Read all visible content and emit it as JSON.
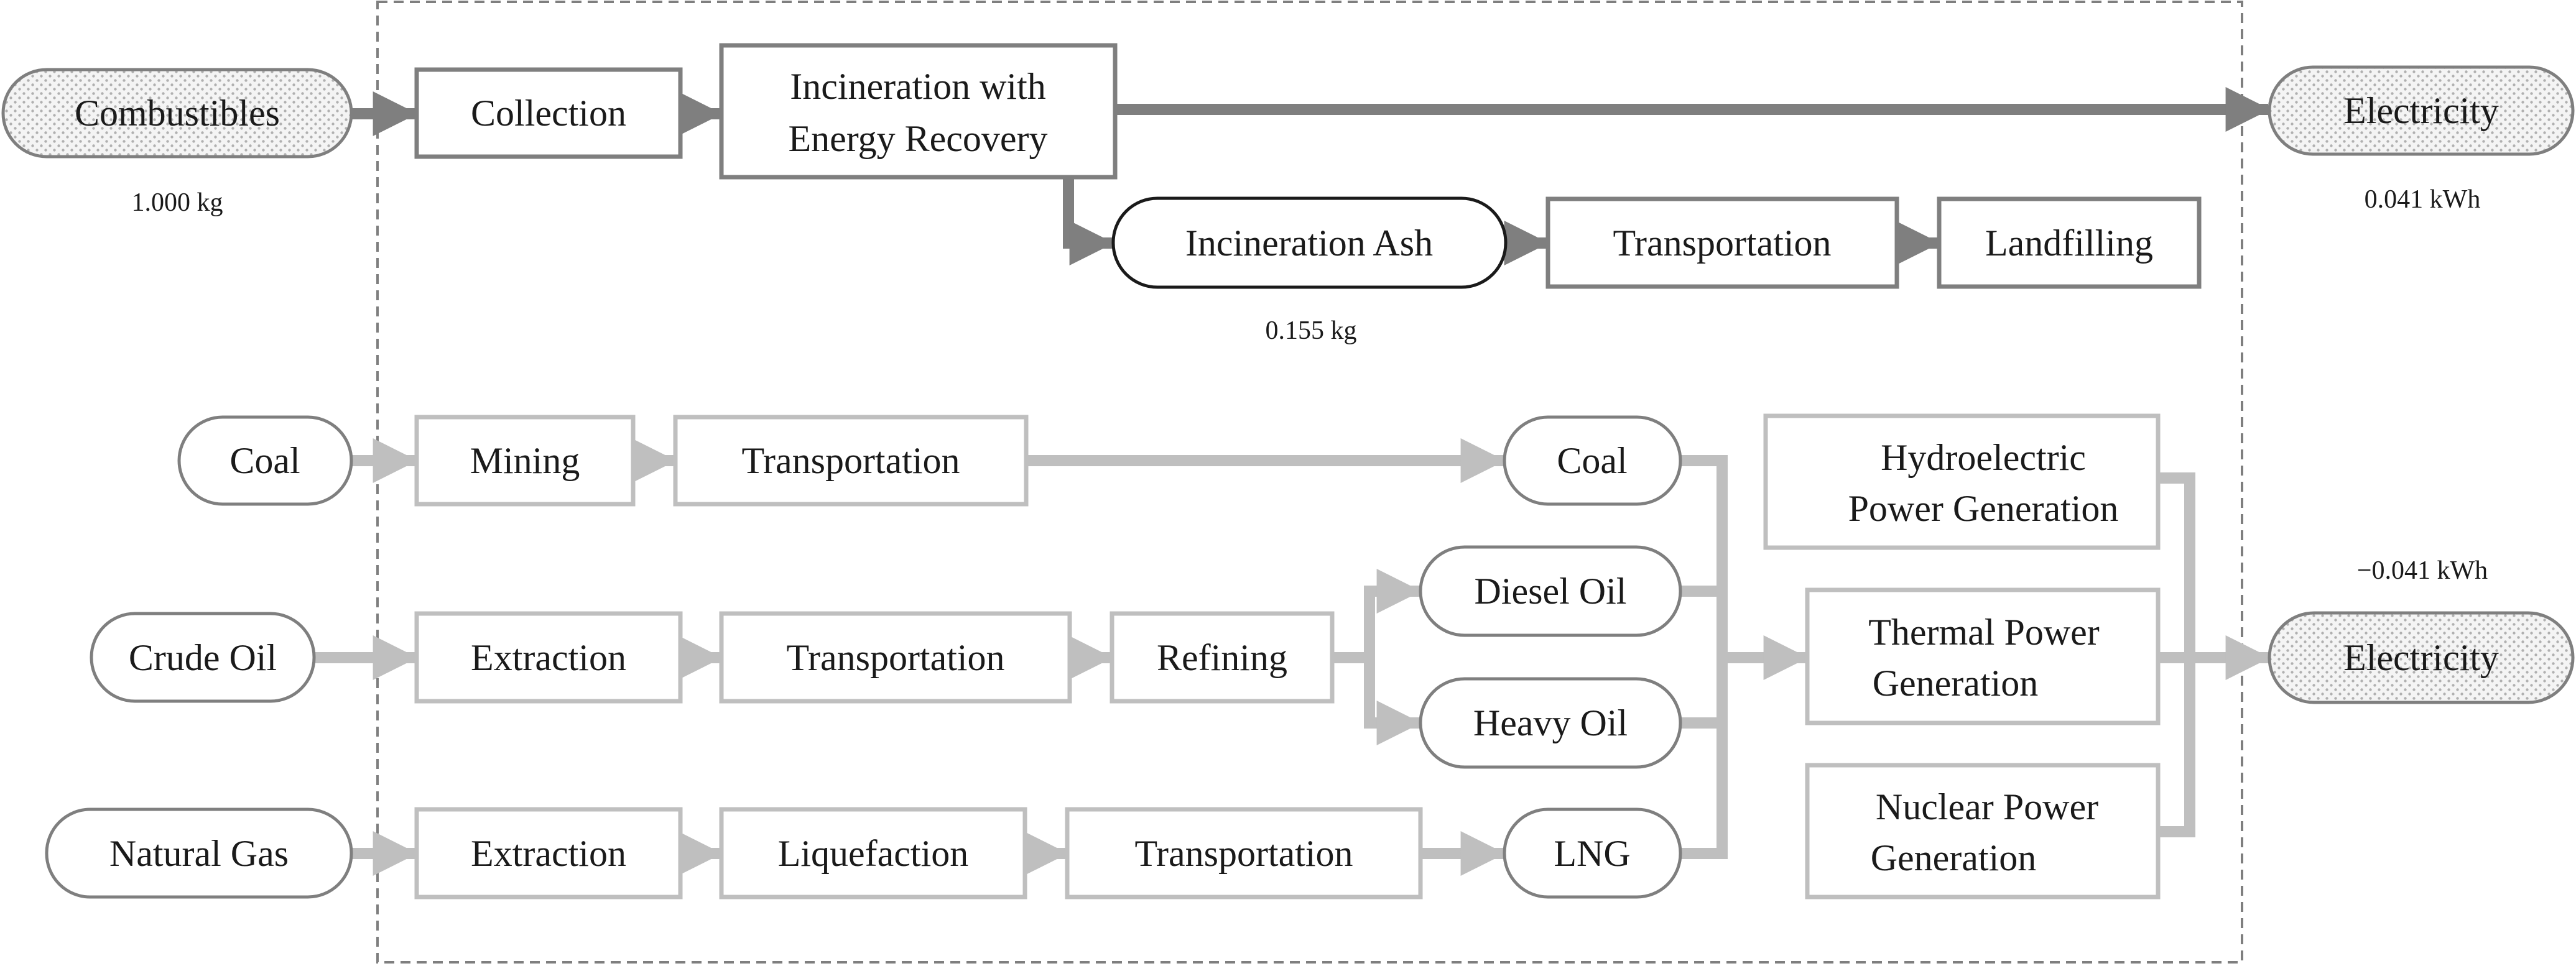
{
  "foreground": {
    "input": "Combustibles",
    "input_amount": "1.000 kg",
    "collection": "Collection",
    "incineration": [
      "Incineration with",
      "Energy Recovery"
    ],
    "ash": "Incineration Ash",
    "ash_amount": "0.155 kg",
    "ash_transport": "Transportation",
    "landfilling": "Landfilling",
    "output": "Electricity",
    "output_amount": "0.041 kWh"
  },
  "background": {
    "coal": {
      "source": "Coal",
      "steps": [
        "Mining",
        "Transportation"
      ],
      "product": "Coal"
    },
    "crude_oil": {
      "source": "Crude Oil",
      "steps": [
        "Extraction",
        "Transportation",
        "Refining"
      ],
      "products": [
        "Diesel Oil",
        "Heavy Oil"
      ]
    },
    "natural_gas": {
      "source": "Natural Gas",
      "steps": [
        "Extraction",
        "Liquefaction",
        "Transportation"
      ],
      "product": "LNG"
    },
    "generation": {
      "hydro": [
        "Hydroelectric",
        "Power Generation"
      ],
      "thermal": [
        "Thermal Power",
        "Generation"
      ],
      "nuclear": [
        "Nuclear Power",
        "Generation"
      ]
    },
    "output": "Electricity",
    "output_amount": "−0.041 kWh"
  },
  "colors": {
    "foreground": "#7f7f7f",
    "background": "#bfbfbf",
    "system_boundary": "#7f7f7f",
    "text": "#1a1a1a",
    "stipple": "#b0b0b0"
  }
}
